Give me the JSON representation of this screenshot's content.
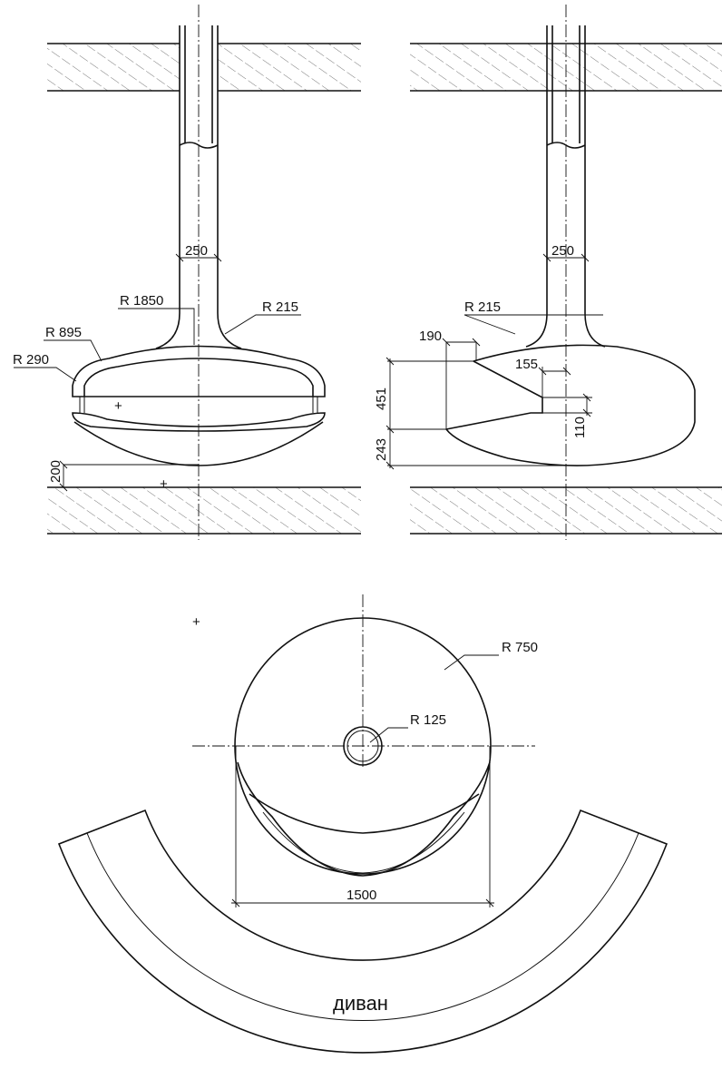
{
  "side_view": {
    "labels": {
      "pipe_width": "250",
      "r_top": "R 1850",
      "r_neck": "R 215",
      "r_shell": "R 895",
      "r_rim": "R 290",
      "floor_gap": "200"
    }
  },
  "front_view": {
    "labels": {
      "r_neck": "R 215",
      "opening_depth": "190",
      "opening_height": "451",
      "bottom_height": "243",
      "inner_width": "155",
      "inner_height": "110",
      "pipe_width": "250"
    }
  },
  "plan_view": {
    "labels": {
      "r_body": "R 750",
      "r_pipe": "R 125",
      "diameter": "1500",
      "sofa": "диван"
    }
  }
}
